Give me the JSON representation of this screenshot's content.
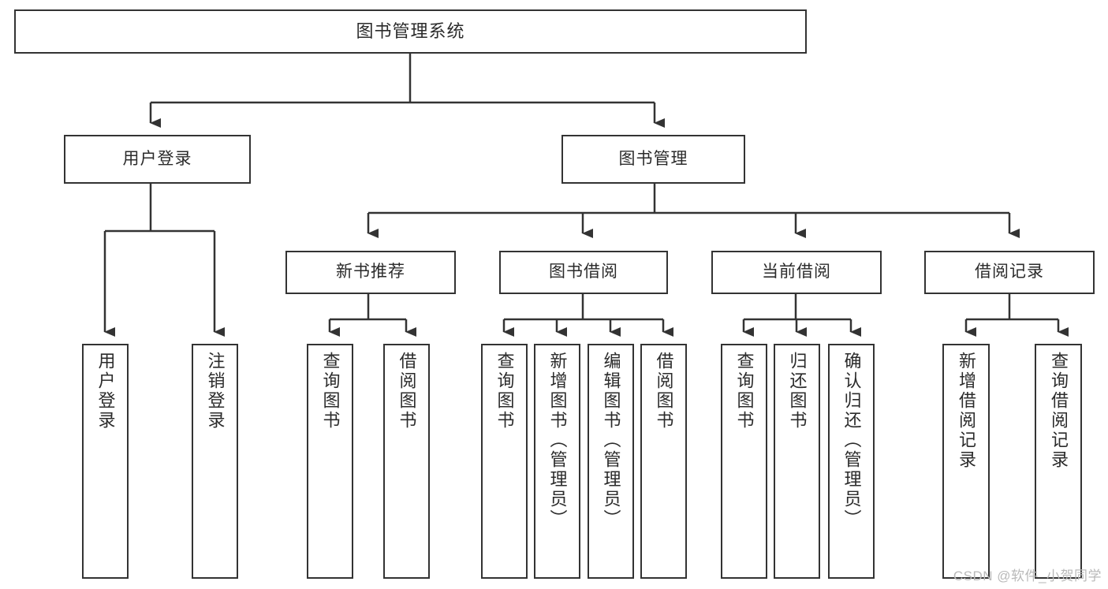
{
  "diagram": {
    "title": "图书管理系统",
    "watermark": "CSDN @软件_小贺同学",
    "colors": {
      "border": "#333333",
      "text": "#2b2b2b",
      "background": "#ffffff",
      "watermark": "#b9b9b9"
    },
    "root": {
      "id": "root",
      "label": "图书管理系统",
      "orientation": "horizontal"
    },
    "level1": [
      {
        "id": "user-login",
        "label": "用户登录",
        "orientation": "horizontal"
      },
      {
        "id": "book-management",
        "label": "图书管理",
        "orientation": "horizontal"
      }
    ],
    "level2": [
      {
        "id": "new-book-recommend",
        "label": "新书推荐",
        "orientation": "horizontal",
        "parent": "book-management"
      },
      {
        "id": "book-borrow",
        "label": "图书借阅",
        "orientation": "horizontal",
        "parent": "book-management"
      },
      {
        "id": "current-borrow",
        "label": "当前借阅",
        "orientation": "horizontal",
        "parent": "book-management"
      },
      {
        "id": "borrow-record",
        "label": "借阅记录",
        "orientation": "horizontal",
        "parent": "book-management"
      }
    ],
    "leaves": [
      {
        "id": "leaf-user-login",
        "label": "用户登录",
        "orientation": "vertical",
        "parent": "user-login"
      },
      {
        "id": "leaf-logout-login",
        "label": "注销登录",
        "orientation": "vertical",
        "parent": "user-login"
      },
      {
        "id": "leaf-query-book-1",
        "label": "查询图书",
        "orientation": "vertical",
        "parent": "new-book-recommend"
      },
      {
        "id": "leaf-borrow-book-1",
        "label": "借阅图书",
        "orientation": "vertical",
        "parent": "new-book-recommend"
      },
      {
        "id": "leaf-query-book-2",
        "label": "查询图书",
        "orientation": "vertical",
        "parent": "book-borrow"
      },
      {
        "id": "leaf-add-book",
        "label": "新增图书（管理员）",
        "orientation": "vertical",
        "parent": "book-borrow"
      },
      {
        "id": "leaf-edit-book",
        "label": "编辑图书（管理员）",
        "orientation": "vertical",
        "parent": "book-borrow"
      },
      {
        "id": "leaf-borrow-book-2",
        "label": "借阅图书",
        "orientation": "vertical",
        "parent": "book-borrow"
      },
      {
        "id": "leaf-query-book-3",
        "label": "查询图书",
        "orientation": "vertical",
        "parent": "current-borrow"
      },
      {
        "id": "leaf-return-book",
        "label": "归还图书",
        "orientation": "vertical",
        "parent": "current-borrow"
      },
      {
        "id": "leaf-confirm-return",
        "label": "确认归还（管理员）",
        "orientation": "vertical",
        "parent": "current-borrow"
      },
      {
        "id": "leaf-add-record",
        "label": "新增借阅记录",
        "orientation": "vertical",
        "parent": "borrow-record"
      },
      {
        "id": "leaf-query-record",
        "label": "查询借阅记录",
        "orientation": "vertical",
        "parent": "borrow-record"
      }
    ]
  }
}
